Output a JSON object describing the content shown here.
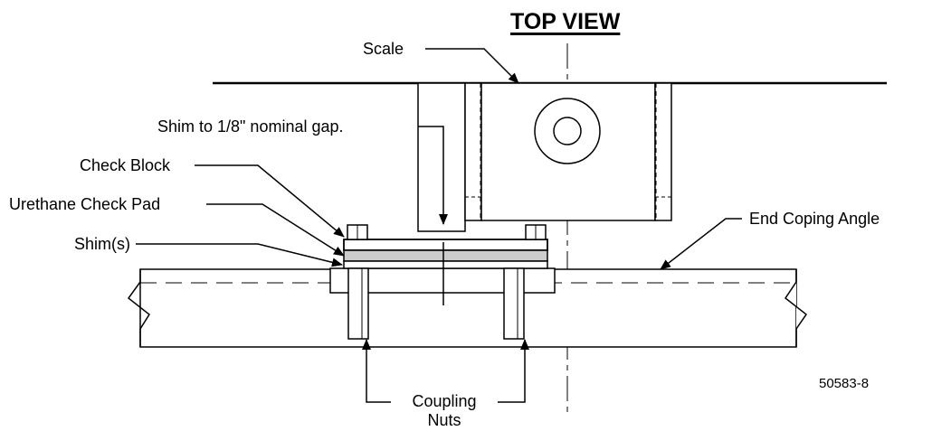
{
  "title": "TOP VIEW",
  "labels": {
    "scale": "Scale",
    "shim_gap": "Shim to 1/8\" nominal gap.",
    "check_block": "Check Block",
    "urethane_pad": "Urethane Check Pad",
    "shims": "Shim(s)",
    "end_coping_angle": "End Coping Angle",
    "coupling": "Coupling",
    "nuts": "Nuts",
    "figure_id": "50583-8"
  },
  "colors": {
    "line": "#000000",
    "pad_fill": "#cccccc",
    "background": "#ffffff"
  }
}
